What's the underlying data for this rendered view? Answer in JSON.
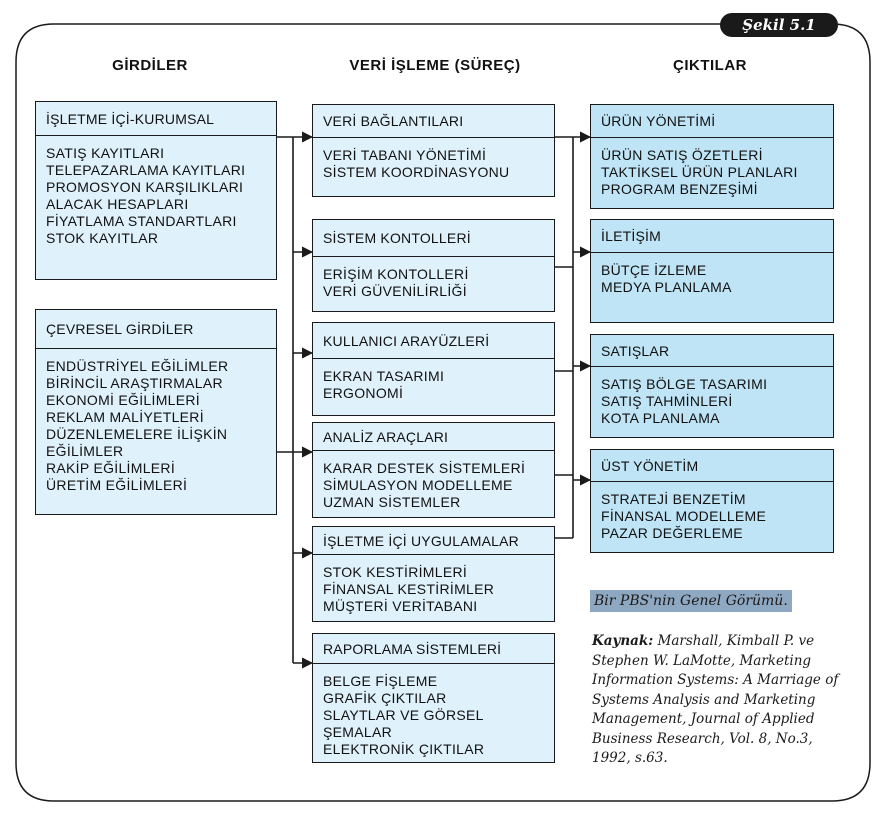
{
  "figure_tag": "Şekil 5.1",
  "columns": {
    "inputs": "GİRDİLER",
    "process": "VERİ İŞLEME (SÜREÇ)",
    "outputs": "ÇIKTILAR"
  },
  "inputs": [
    {
      "title": "İŞLETME İÇİ-KURUMSAL",
      "items": [
        "SATIŞ KAYITLARI",
        "TELEPAZARLAMA KAYITLARI",
        "PROMOSYON KARŞILIKLARI",
        "ALACAK HESAPLARI",
        "FİYATLAMA STANDARTLARI",
        "STOK KAYITLAR"
      ]
    },
    {
      "title": "ÇEVRESEL GİRDİLER",
      "items": [
        "ENDÜSTRİYEL EĞİLİMLER",
        "BİRİNCİL ARAŞTIRMALAR",
        "EKONOMİ EĞİLİMLERİ",
        "REKLAM MALİYETLERİ",
        "DÜZENLEMELERE İLİŞKİN",
        "EĞİLİMLER",
        "RAKİP EĞİLİMLERİ",
        "ÜRETİM EĞİLİMLERİ"
      ]
    }
  ],
  "process": [
    {
      "title": "VERİ BAĞLANTILARI",
      "items": [
        "VERİ TABANI YÖNETİMİ",
        "SİSTEM KOORDİNASYONU"
      ]
    },
    {
      "title": "SİSTEM KONTOLLERİ",
      "items": [
        "ERİŞİM KONTOLLERİ",
        "VERİ GÜVENİLİRLİĞİ"
      ]
    },
    {
      "title": "KULLANICI ARAYÜZLERİ",
      "items": [
        "EKRAN TASARIMI",
        "ERGONOMİ"
      ]
    },
    {
      "title": "ANALİZ ARAÇLARI",
      "items": [
        "KARAR DESTEK SİSTEMLERİ",
        "SİMULASYON MODELLEME",
        "UZMAN SİSTEMLER"
      ]
    },
    {
      "title": "İŞLETME İÇİ UYGULAMALAR",
      "items": [
        "STOK KESTİRİMLERİ",
        "FİNANSAL KESTİRİMLER",
        "MÜŞTERİ VERİTABANI"
      ]
    },
    {
      "title": "RAPORLAMA SİSTEMLERİ",
      "items": [
        "BELGE FİŞLEME",
        "GRAFİK ÇIKTILAR",
        "SLAYTLAR VE GÖRSEL",
        "ŞEMALAR",
        "ELEKTRONİK ÇIKTILAR"
      ]
    }
  ],
  "outputs": [
    {
      "title": "ÜRÜN YÖNETİMİ",
      "items": [
        "ÜRÜN SATIŞ ÖZETLERİ",
        "TAKTİKSEL ÜRÜN PLANLARI",
        "PROGRAM BENZEŞİMİ"
      ]
    },
    {
      "title": "İLETİŞİM",
      "items": [
        "BÜTÇE İZLEME",
        "MEDYA PLANLAMA"
      ]
    },
    {
      "title": "SATIŞLAR",
      "items": [
        "SATIŞ BÖLGE TASARIMI",
        "SATIŞ TAHMİNLERİ",
        "KOTA PLANLAMA"
      ]
    },
    {
      "title": "ÜST YÖNETİM",
      "items": [
        "STRATEJİ BENZETİM",
        "FİNANSAL MODELLEME",
        "PAZAR DEĞERLEME"
      ]
    }
  ],
  "caption": "Bir PBS'nin Genel Görümü.",
  "source_label": "Kaynak:",
  "source_lines": [
    "Marshall, Kimball P. ve",
    "Stephen W. LaMotte, Marketing",
    "Information Systems: A Marriage of",
    "Systems Analysis and Marketing",
    "Management, Journal of Applied",
    "Business Research, Vol. 8, No.3,",
    "1992, s.63."
  ],
  "colors": {
    "input_fill": "#dff1fb",
    "output_fill": "#bfe4f6",
    "caption_fill": "#8fa8c2",
    "line": "#1a1a1a"
  }
}
